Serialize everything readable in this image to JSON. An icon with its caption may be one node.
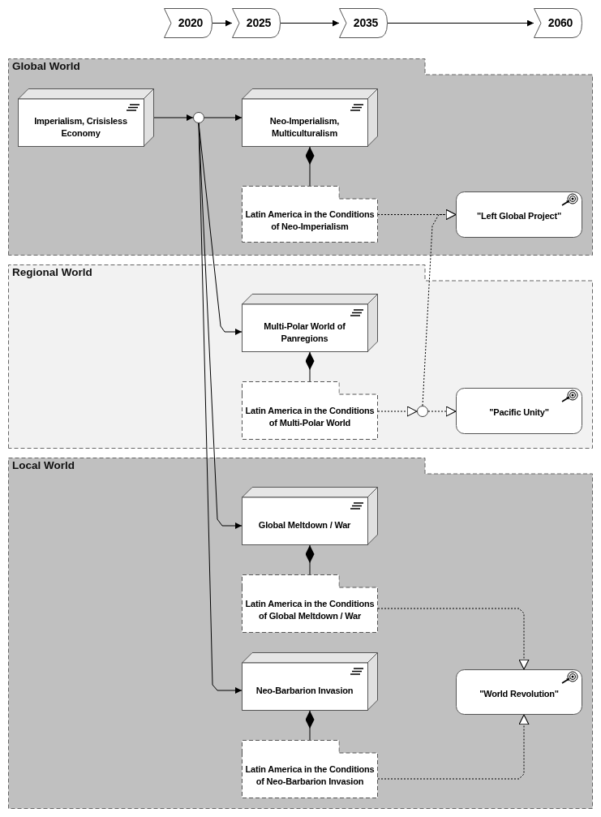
{
  "diagram": {
    "nodes": [
      {
        "text": [
          "2020"
        ]
      },
      {
        "text": [
          "2025"
        ]
      },
      {
        "text": [
          "2035"
        ]
      },
      {
        "text": [
          "2060"
        ]
      },
      {
        "text": [
          "Global World"
        ]
      },
      {
        "text": [
          "Imperialism, Crisisless Economy"
        ],
        "in": 4
      },
      {
        "text": [],
        "shape": "circle",
        "in": 4
      },
      {
        "text": [
          "Neo-Imperialism, Multiculturalism"
        ],
        "in": 4
      },
      {
        "text": [
          "Latin America in the Conditions of Neo-Imperialism"
        ],
        "in": 4
      },
      {
        "text": [
          "\"Left Global Project\""
        ],
        "in": 4
      },
      {
        "text": [
          "Regional World"
        ]
      },
      {
        "text": [
          "Multi-Polar World of Panregions"
        ],
        "in": 10
      },
      {
        "text": [
          "Latin America in the Conditions of Multi-Polar World"
        ],
        "in": 10
      },
      {
        "text": [],
        "shape": "circle",
        "in": 10
      },
      {
        "text": [
          "\"Pacific Unity\""
        ],
        "in": 10
      },
      {
        "text": [
          "Local World"
        ]
      },
      {
        "text": [
          "Global Meltdown / War"
        ],
        "in": 15
      },
      {
        "text": [
          "Latin America in the Conditions of Global Meltdown / War"
        ],
        "in": 15
      },
      {
        "text": [
          "Neo-Barbarion Invasion"
        ],
        "in": 15
      },
      {
        "text": [
          "\"World Revolution\""
        ],
        "in": 15
      },
      {
        "text": [
          "Latin America in the Conditions of Neo-Barbarion Invasion"
        ],
        "in": 15
      }
    ],
    "edges": [
      {
        "from": 0,
        "to": 1,
        "arrow": "to"
      },
      {
        "from": 1,
        "to": 2,
        "arrow": "to"
      },
      {
        "from": 2,
        "to": 3,
        "arrow": "to"
      },
      {
        "from": 5,
        "to": 6,
        "arrow": "to"
      },
      {
        "from": 6,
        "to": 7,
        "arrow": "to"
      },
      {
        "from": 6,
        "to": 11,
        "arrow": "to"
      },
      {
        "from": 6,
        "to": 16,
        "arrow": "to"
      },
      {
        "from": 6,
        "to": 18,
        "arrow": "to"
      },
      {
        "from": 7,
        "to": 8,
        "arrow": "other"
      },
      {
        "from": 11,
        "to": 12,
        "arrow": "other"
      },
      {
        "from": 16,
        "to": 17,
        "arrow": "other"
      },
      {
        "from": 18,
        "to": 20,
        "arrow": "other"
      },
      {
        "from": 8,
        "to": 9,
        "arrow": "to",
        "style": "dashed"
      },
      {
        "from": 12,
        "to": 13,
        "arrow": "to",
        "style": "dashed"
      },
      {
        "from": 13,
        "to": 14,
        "arrow": "to",
        "style": "dashed"
      },
      {
        "from": 13,
        "to": 9,
        "arrow": "to",
        "style": "dashed"
      },
      {
        "from": 17,
        "to": 19,
        "arrow": "to",
        "style": "dashed"
      },
      {
        "from": 20,
        "to": 19,
        "arrow": "to",
        "style": "dashed"
      }
    ]
  }
}
